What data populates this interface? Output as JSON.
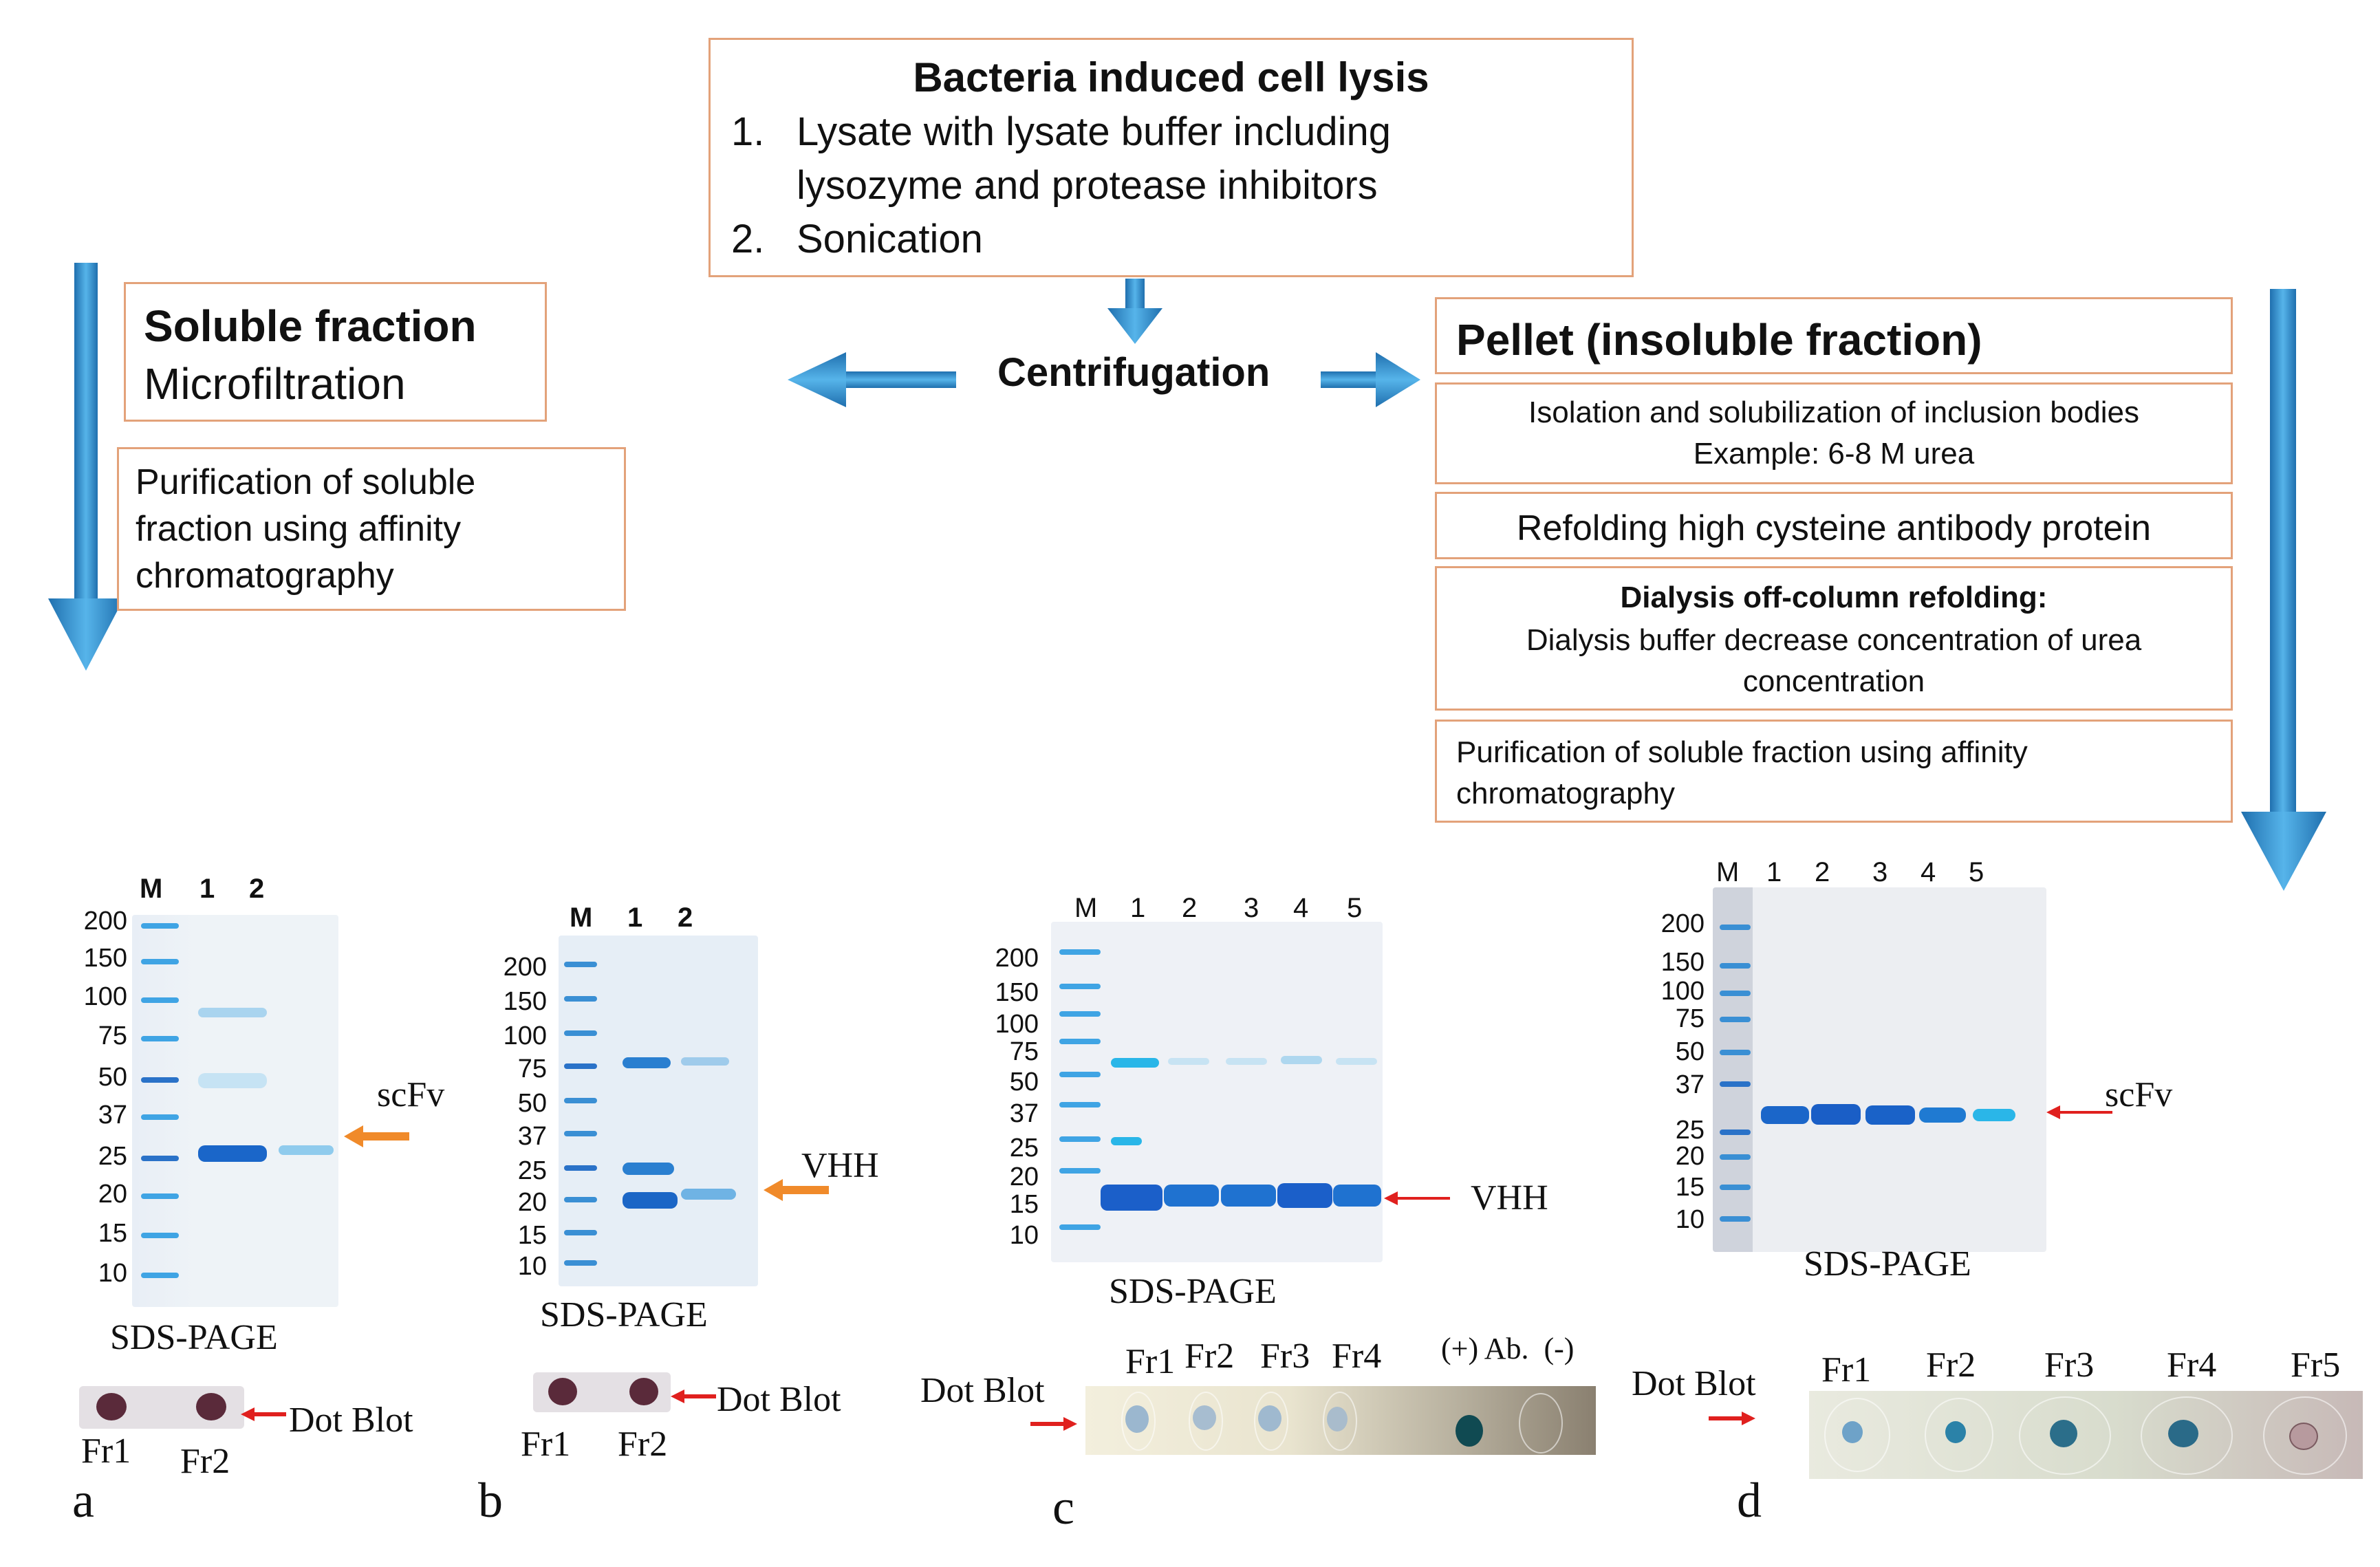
{
  "flow": {
    "lysis": {
      "title": "Bacteria induced cell lysis",
      "step1_num": "1.",
      "step1_line1": "Lysate with lysate buffer including",
      "step1_line2": "lysozyme and protease inhibitors",
      "step2_num": "2.",
      "step2": "Sonication"
    },
    "centrifugation": "Centrifugation",
    "soluble": {
      "title": "Soluble fraction",
      "subtitle": "Microfiltration",
      "purification_line1": "Purification of soluble",
      "purification_line2": "fraction using affinity",
      "purification_line3": "chromatography"
    },
    "pellet": {
      "title": "Pellet (insoluble fraction)",
      "isolation_line1": "Isolation and solubilization of  inclusion bodies",
      "isolation_line2": "Example: 6-8 M urea",
      "refolding": "Refolding high cysteine antibody protein",
      "dialysis_title": "Dialysis off-column refolding:",
      "dialysis_line1": "Dialysis buffer decrease concentration of urea",
      "dialysis_line2": "concentration",
      "purification_line1": "Purification of soluble fraction using affinity",
      "purification_line2": "chromatography"
    }
  },
  "colors": {
    "box_border": "#e3a27a",
    "arrow_blue": "#2e8fce",
    "orange_arrow": "#f08a2a",
    "red_arrow": "#e0201e"
  },
  "panels": {
    "a": {
      "letter": "a",
      "lanes": [
        "M",
        "1",
        "2"
      ],
      "mw": [
        "200",
        "150",
        "100",
        "75",
        "50",
        "37",
        "25",
        "20",
        "15",
        "10"
      ],
      "band_label": "scFv",
      "gel_label": "SDS-PAGE",
      "dot_blot_label": "Dot Blot",
      "fractions": [
        "Fr1",
        "Fr2"
      ]
    },
    "b": {
      "letter": "b",
      "lanes": [
        "M",
        "1",
        "2"
      ],
      "mw": [
        "200",
        "150",
        "100",
        "75",
        "50",
        "37",
        "25",
        "20",
        "15",
        "10"
      ],
      "band_label": "VHH",
      "gel_label": "SDS-PAGE",
      "dot_blot_label": "Dot Blot",
      "fractions": [
        "Fr1",
        "Fr2"
      ]
    },
    "c": {
      "letter": "c",
      "lanes": [
        "M",
        "1",
        "2",
        "3",
        "4",
        "5"
      ],
      "mw": [
        "200",
        "150",
        "100",
        "75",
        "50",
        "37",
        "25",
        "20",
        "15",
        "10"
      ],
      "band_label": "VHH",
      "gel_label": "SDS-PAGE",
      "dot_blot_label": "Dot Blot",
      "fractions": [
        "Fr1",
        "Fr2",
        "Fr3",
        "Fr4"
      ],
      "controls": "(+) Ab.  (-)"
    },
    "d": {
      "letter": "d",
      "lanes": [
        "M",
        "1",
        "2",
        "3",
        "4",
        "5"
      ],
      "mw": [
        "200",
        "150",
        "100",
        "75",
        "50",
        "37",
        "25",
        "20",
        "15",
        "10"
      ],
      "band_label": "scFv",
      "gel_label": "SDS-PAGE",
      "dot_blot_label": "Dot Blot",
      "fractions": [
        "Fr1",
        "Fr2",
        "Fr3",
        "Fr4",
        "Fr5"
      ]
    }
  }
}
